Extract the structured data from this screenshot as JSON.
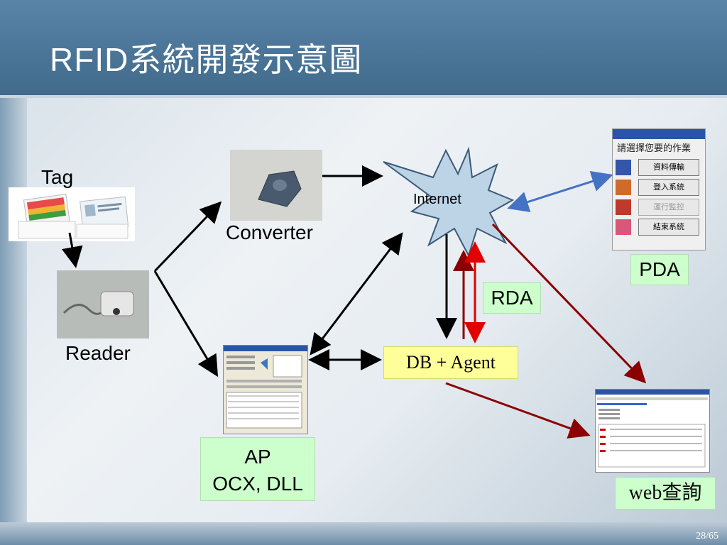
{
  "slide": {
    "title": "RFID系統開發示意圖",
    "page_number": "28/65"
  },
  "diagram": {
    "nodes": {
      "tag": "Tag",
      "reader": "Reader",
      "converter": "Converter",
      "internet": "Internet",
      "pda": "PDA",
      "rda": "RDA",
      "db_agent": "DB + Agent",
      "ap_line1": "AP",
      "ap_line2": "OCX, DLL",
      "web": "web查詢"
    },
    "pda_screen": {
      "header": "請選擇您要的作業",
      "buttons": [
        "資料傳輸",
        "登入系統",
        "運行監控",
        "結束系統"
      ]
    },
    "colors": {
      "header_bg": "#4a7496",
      "label_green": "#ccffcc",
      "label_yellow": "#ffff99",
      "arrow_black": "#000000",
      "arrow_red": "#e00000",
      "arrow_darkred": "#8b0000",
      "arrow_blue": "#4472c4",
      "burst_fill": "#bdd3e6"
    }
  }
}
